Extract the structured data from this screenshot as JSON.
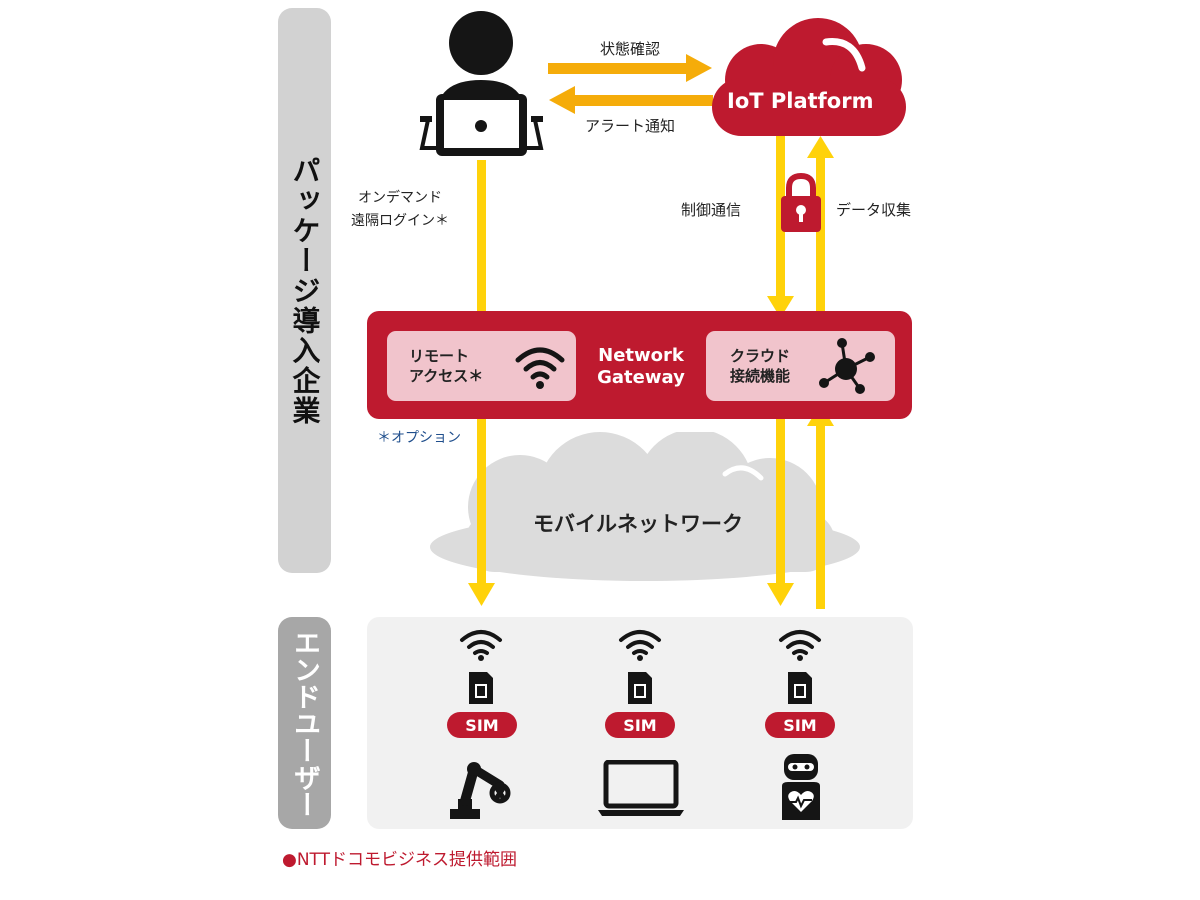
{
  "sidebar": {
    "top_label": "パッケージ導入企業",
    "bottom_label": "エンドユーザー"
  },
  "iot_platform": {
    "label": "IoT Platform"
  },
  "arrows": {
    "status_check": "状態確認",
    "alert_notify": "アラート通知",
    "control": "制御通信",
    "data_collect": "データ収集",
    "remote_login_line1": "オンデマンド",
    "remote_login_line2": "遠隔ログイン＊"
  },
  "gateway": {
    "remote_line1": "リモート",
    "remote_line2": "アクセス＊",
    "center_line1": "Network",
    "center_line2": "Gateway",
    "cloud_line1": "クラウド",
    "cloud_line2": "接続機能"
  },
  "option_note": "＊オプション",
  "mobile_network": "モバイルネットワーク",
  "end_users": {
    "sim_label": "SIM",
    "devices": [
      {
        "icon": "robot-arm-icon"
      },
      {
        "icon": "laptop-icon"
      },
      {
        "icon": "care-robot-icon"
      }
    ]
  },
  "legend": "●NTTドコモビジネス提供範囲",
  "colors": {
    "brand_red": "#be1a2f",
    "light_red": "#f1c4cc",
    "arrow_yellow": "#ffd20a",
    "arrow_orange": "#f5ac0a",
    "sidebar_top": "#d2d2d2",
    "sidebar_bottom": "#a7a7a7",
    "cloud_gray": "#dcdcdc"
  }
}
